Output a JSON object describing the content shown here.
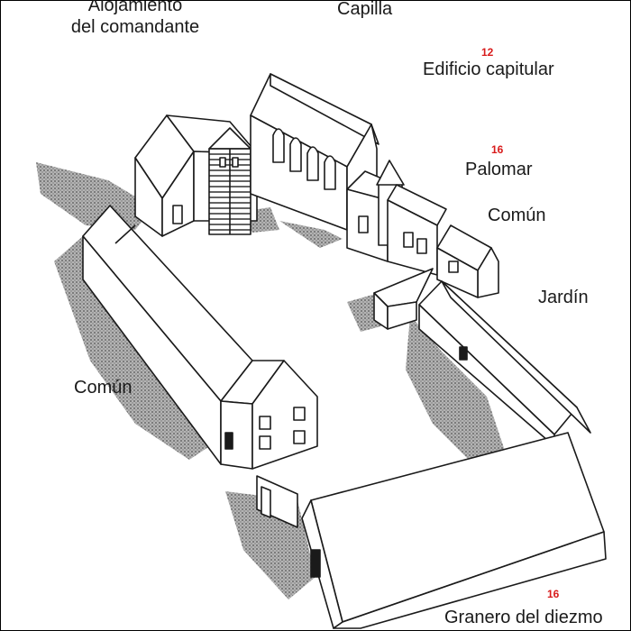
{
  "labels": {
    "alojamiento_line1": "Alojamiento",
    "alojamiento_line2": "del comandante",
    "capilla": "Capilla",
    "edificio_capitular": "Edificio capitular",
    "palomar": "Palomar",
    "comun_right": "Común",
    "jardin": "Jardín",
    "comun_left": "Común",
    "granero": "Granero del diezmo"
  },
  "refs": {
    "edificio_capitular": "12",
    "palomar": "16",
    "granero": "16"
  },
  "colors": {
    "ink": "#1a1a1a",
    "shadow": "#8a8a8a",
    "ref": "#d81b1b",
    "background": "#ffffff"
  }
}
